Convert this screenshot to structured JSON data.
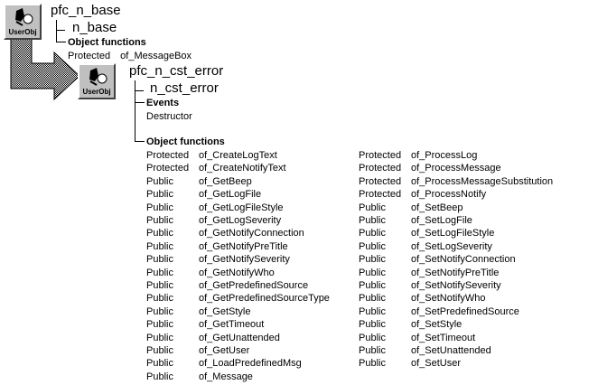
{
  "base": {
    "name": "pfc_n_base",
    "object": "n_base",
    "section_label": "Object functions",
    "function": {
      "visibility": "Protected",
      "name": "of_MessageBox"
    }
  },
  "cst": {
    "name": "pfc_n_cst_error",
    "object": "n_cst_error",
    "events_label": "Events",
    "events": [
      "Destructor"
    ],
    "functions_label": "Object functions",
    "functions_left": [
      {
        "visibility": "Protected",
        "name": "of_CreateLogText"
      },
      {
        "visibility": "Protected",
        "name": "of_CreateNotifyText"
      },
      {
        "visibility": "Public",
        "name": "of_GetBeep"
      },
      {
        "visibility": "Public",
        "name": "of_GetLogFile"
      },
      {
        "visibility": "Public",
        "name": "of_GetLogFileStyle"
      },
      {
        "visibility": "Public",
        "name": "of_GetLogSeverity"
      },
      {
        "visibility": "Public",
        "name": "of_GetNotifyConnection"
      },
      {
        "visibility": "Public",
        "name": "of_GetNotifyPreTitle"
      },
      {
        "visibility": "Public",
        "name": "of_GetNotifySeverity"
      },
      {
        "visibility": "Public",
        "name": "of_GetNotifyWho"
      },
      {
        "visibility": "Public",
        "name": "of_GetPredefinedSource"
      },
      {
        "visibility": "Public",
        "name": "of_GetPredefinedSourceType"
      },
      {
        "visibility": "Public",
        "name": "of_GetStyle"
      },
      {
        "visibility": "Public",
        "name": "of_GetTimeout"
      },
      {
        "visibility": "Public",
        "name": "of_GetUnattended"
      },
      {
        "visibility": "Public",
        "name": "of_GetUser"
      },
      {
        "visibility": "Public",
        "name": "of_LoadPredefinedMsg"
      },
      {
        "visibility": "Public",
        "name": "of_Message"
      }
    ],
    "functions_right": [
      {
        "visibility": "Protected",
        "name": "of_ProcessLog"
      },
      {
        "visibility": "Protected",
        "name": "of_ProcessMessage"
      },
      {
        "visibility": "Protected",
        "name": "of_ProcessMessageSubstitution"
      },
      {
        "visibility": "Protected",
        "name": "of_ProcessNotify"
      },
      {
        "visibility": "Public",
        "name": "of_SetBeep"
      },
      {
        "visibility": "Public",
        "name": "of_SetLogFile"
      },
      {
        "visibility": "Public",
        "name": "of_SetLogFileStyle"
      },
      {
        "visibility": "Public",
        "name": "of_SetLogSeverity"
      },
      {
        "visibility": "Public",
        "name": "of_SetNotifyConnection"
      },
      {
        "visibility": "Public",
        "name": "of_SetNotifyPreTitle"
      },
      {
        "visibility": "Public",
        "name": "of_SetNotifySeverity"
      },
      {
        "visibility": "Public",
        "name": "of_SetNotifyWho"
      },
      {
        "visibility": "Public",
        "name": "of_SetPredefinedSource"
      },
      {
        "visibility": "Public",
        "name": "of_SetStyle"
      },
      {
        "visibility": "Public",
        "name": "of_SetTimeout"
      },
      {
        "visibility": "Public",
        "name": "of_SetUnattended"
      },
      {
        "visibility": "Public",
        "name": "of_SetUser"
      }
    ]
  },
  "icons": {
    "label": "UserObj",
    "type": "user-object-icon",
    "colors": {
      "face": "#c0c0c0",
      "arrow_dots": "#000000"
    }
  }
}
